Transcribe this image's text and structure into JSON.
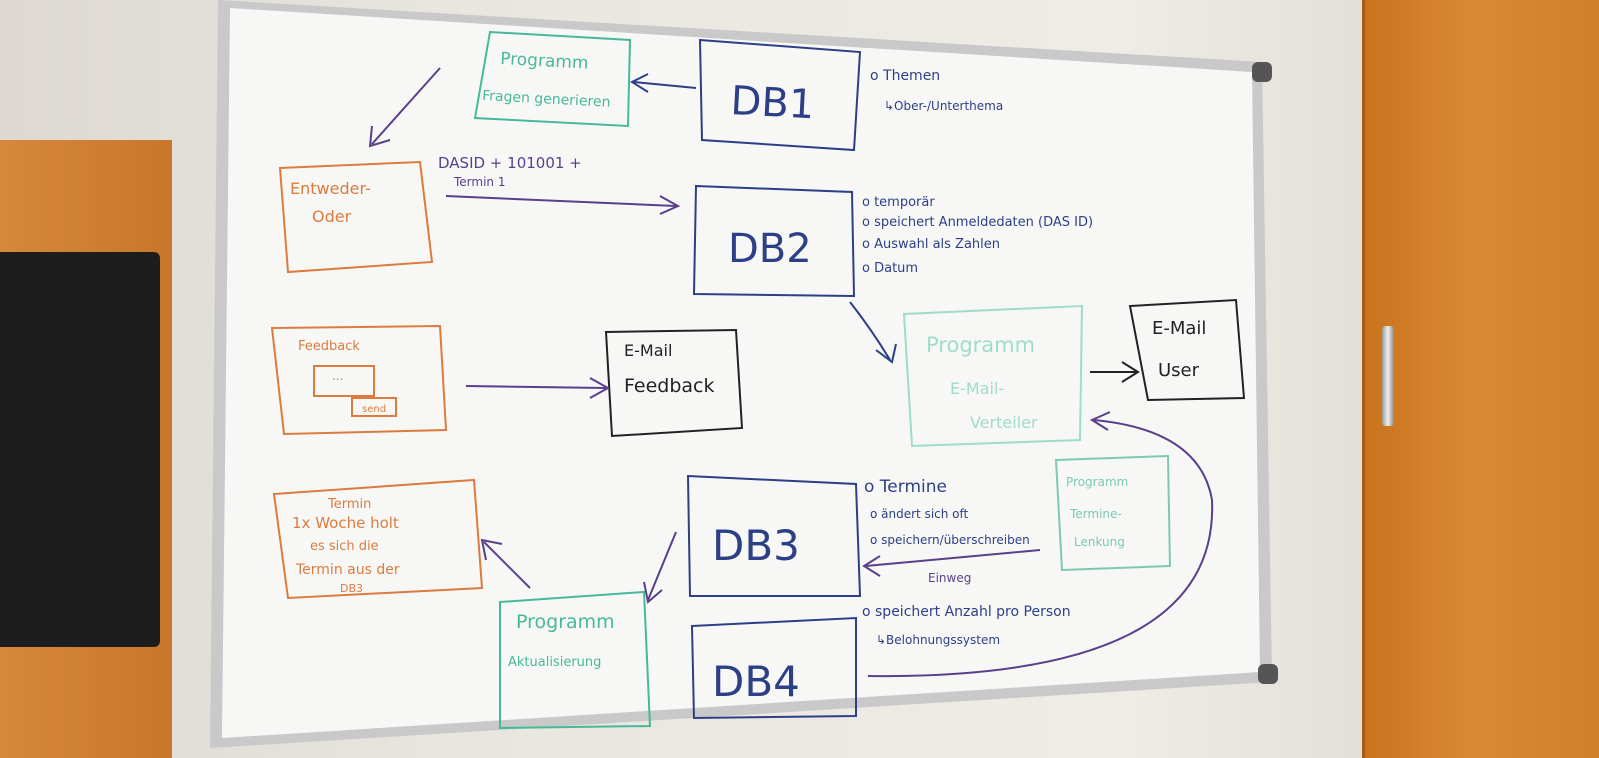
{
  "diagram": {
    "prog1": {
      "line1": "Programm",
      "line2": "Fragen generieren"
    },
    "db1": {
      "label": "DB1",
      "note1": "o Themen",
      "note2": "↳Ober-/Unterthema"
    },
    "choice": {
      "line1": "Entweder-",
      "line2": "Oder"
    },
    "arrow_label": {
      "line1": "DASID + 101001 +",
      "line2": "Termin 1"
    },
    "db2": {
      "label": "DB2",
      "note1": "o temporär",
      "note2": "o speichert Anmeldedaten (DAS ID)",
      "note3": "o Auswahl als Zahlen",
      "note4": "o Datum"
    },
    "feedback_form": {
      "title": "Feedback",
      "field": "...",
      "button": "send"
    },
    "email_feedback": {
      "line1": "E-Mail",
      "line2": "Feedback"
    },
    "prog_mail": {
      "line1": "Programm",
      "line2": "E-Mail-",
      "line3": "Verteiler"
    },
    "email_user": {
      "line1": "E-Mail",
      "line2": "User"
    },
    "termin_box": {
      "line1": "Termin",
      "line2": "1x Woche holt",
      "line3": "es sich die",
      "line4": "Termin aus der",
      "line5": "DB3"
    },
    "db3": {
      "label": "DB3",
      "note1": "o Termine",
      "note2": "o ändert sich oft",
      "note3": "o speichern/überschreiben",
      "einweg": "Einweg"
    },
    "prog_termin": {
      "line1": "Programm",
      "line2": "Termine-",
      "line3": "Lenkung"
    },
    "prog_update": {
      "line1": "Programm",
      "line2": "Aktualisierung"
    },
    "db4": {
      "label": "DB4",
      "note1": "o speichert Anzahl pro Person",
      "note2": "↳Belohnungssystem"
    }
  },
  "colors": {
    "teal": "#47b89a",
    "blue": "#2d3f86",
    "orange": "#dd7b3f",
    "purple": "#5a3f8c"
  }
}
